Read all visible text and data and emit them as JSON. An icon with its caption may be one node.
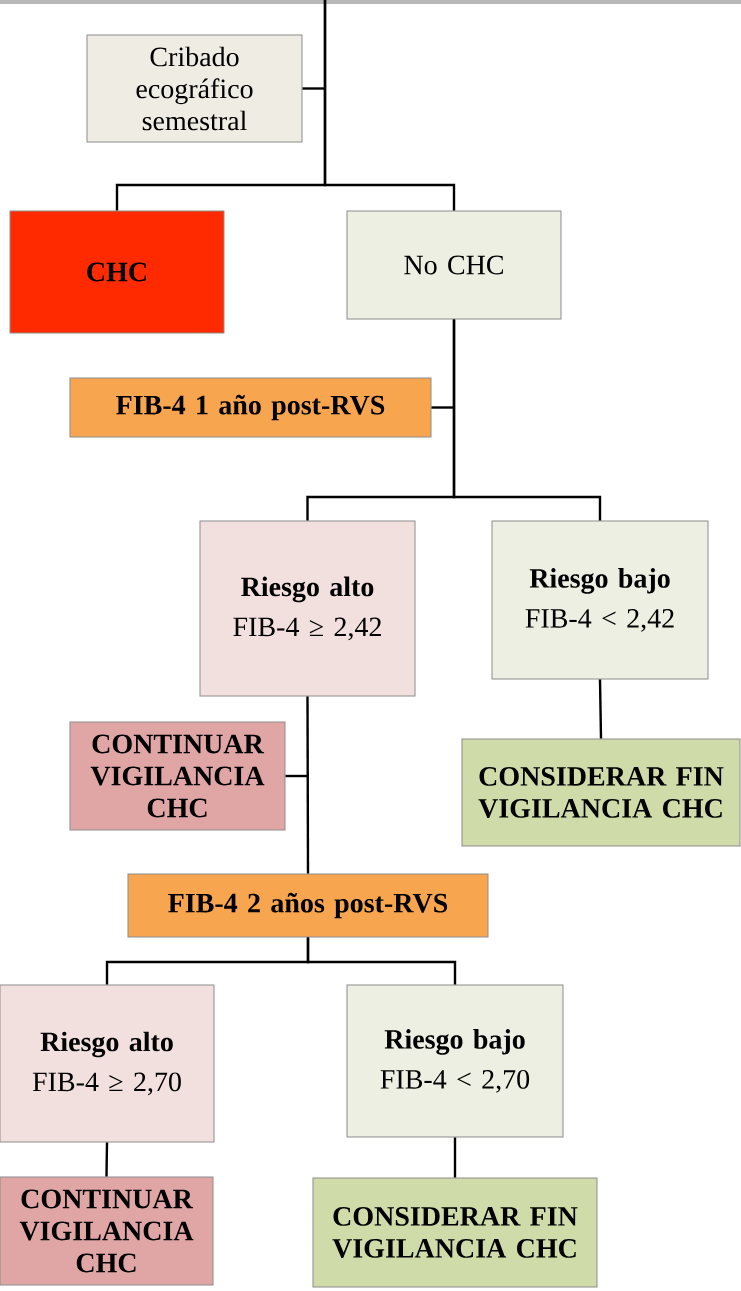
{
  "diagram": {
    "nodes": [
      {
        "text": [
          "Cribado ecográfico semestral"
        ]
      },
      {
        "text": [
          "CHC"
        ]
      },
      {
        "text": [
          "No CHC"
        ]
      },
      {
        "text": [
          "FIB-4  1 año post-RVS"
        ]
      },
      {
        "text": [
          "Riesgo alto",
          "FIB-4 ≥ 2,42"
        ]
      },
      {
        "text": [
          "Riesgo bajo",
          "FIB-4 < 2,42"
        ]
      },
      {
        "text": [
          "CONTINUAR VIGILANCIA CHC"
        ]
      },
      {
        "text": [
          "CONSIDERAR FIN VIGILANCIA CHC"
        ]
      },
      {
        "text": [
          "FIB-4 2 años post-RVS"
        ]
      },
      {
        "text": [
          "Riesgo alto",
          "FIB-4 ≥ 2,70"
        ]
      },
      {
        "text": [
          "Riesgo bajo",
          "FIB-4 < 2,70"
        ]
      },
      {
        "text": [
          "CONTINUAR VIGILANCIA CHC"
        ]
      },
      {
        "text": [
          "CONSIDERAR FIN VIGILANCIA CHC"
        ]
      }
    ],
    "edges": [
      {
        "from": null,
        "to": 1,
        "arrow": "none"
      },
      {
        "from": null,
        "to": 2,
        "arrow": "none"
      },
      {
        "from": 0,
        "to": null,
        "arrow": "none"
      },
      {
        "from": 2,
        "to": 4,
        "arrow": "none"
      },
      {
        "from": 2,
        "to": 5,
        "arrow": "none"
      },
      {
        "from": 3,
        "to": null,
        "arrow": "none"
      },
      {
        "from": 4,
        "to": 8,
        "arrow": "none"
      },
      {
        "from": 6,
        "to": null,
        "arrow": "none"
      },
      {
        "from": 5,
        "to": 7,
        "arrow": "none"
      },
      {
        "from": 8,
        "to": 9,
        "arrow": "none"
      },
      {
        "from": 8,
        "to": 10,
        "arrow": "none"
      },
      {
        "from": 9,
        "to": 11,
        "arrow": "none"
      },
      {
        "from": 10,
        "to": 12,
        "arrow": "none"
      }
    ]
  }
}
